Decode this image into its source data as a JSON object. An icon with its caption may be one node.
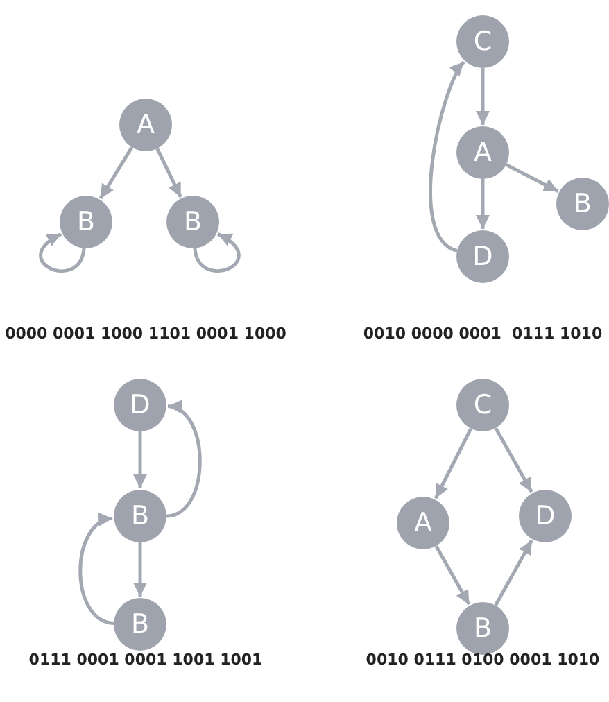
{
  "diagram": {
    "nodes": [
      {
        "text": [
          "A"
        ]
      },
      {
        "text": [
          "B"
        ]
      },
      {
        "text": [
          "B"
        ]
      },
      {
        "text": [
          "C"
        ]
      },
      {
        "text": [
          "A"
        ]
      },
      {
        "text": [
          "B"
        ]
      },
      {
        "text": [
          "D"
        ]
      },
      {
        "text": [
          "D"
        ]
      },
      {
        "text": [
          "B"
        ]
      },
      {
        "text": [
          "B"
        ]
      },
      {
        "text": [
          "C"
        ]
      },
      {
        "text": [
          "A"
        ]
      },
      {
        "text": [
          "D"
        ]
      },
      {
        "text": [
          "B"
        ]
      }
    ],
    "edges": [
      {
        "from": 0,
        "to": 1,
        "arrow": "to"
      },
      {
        "from": 0,
        "to": 2,
        "arrow": "to"
      },
      {
        "from": 1,
        "to": 1,
        "arrow": "to"
      },
      {
        "from": 2,
        "to": 2,
        "arrow": "to"
      },
      {
        "from": 3,
        "to": 4,
        "arrow": "to"
      },
      {
        "from": 4,
        "to": 5,
        "arrow": "to"
      },
      {
        "from": 4,
        "to": 6,
        "arrow": "to"
      },
      {
        "from": 6,
        "to": 3,
        "arrow": "to"
      },
      {
        "from": 7,
        "to": 8,
        "arrow": "to"
      },
      {
        "from": 8,
        "to": 7,
        "arrow": "to"
      },
      {
        "from": 8,
        "to": 9,
        "arrow": "to"
      },
      {
        "from": 9,
        "to": 8,
        "arrow": "to"
      },
      {
        "from": 10,
        "to": 11,
        "arrow": "to"
      },
      {
        "from": 10,
        "to": 12,
        "arrow": "to"
      },
      {
        "from": 11,
        "to": 13,
        "arrow": "to"
      },
      {
        "from": 13,
        "to": 12,
        "arrow": "to"
      }
    ],
    "labels": [
      "0000 0001 1000 1101 0001 1000",
      "0010 0000 0001  0111 1010",
      "0111 0001 0001 1001 1001",
      "0010 0111 0100 0001 1010"
    ]
  }
}
